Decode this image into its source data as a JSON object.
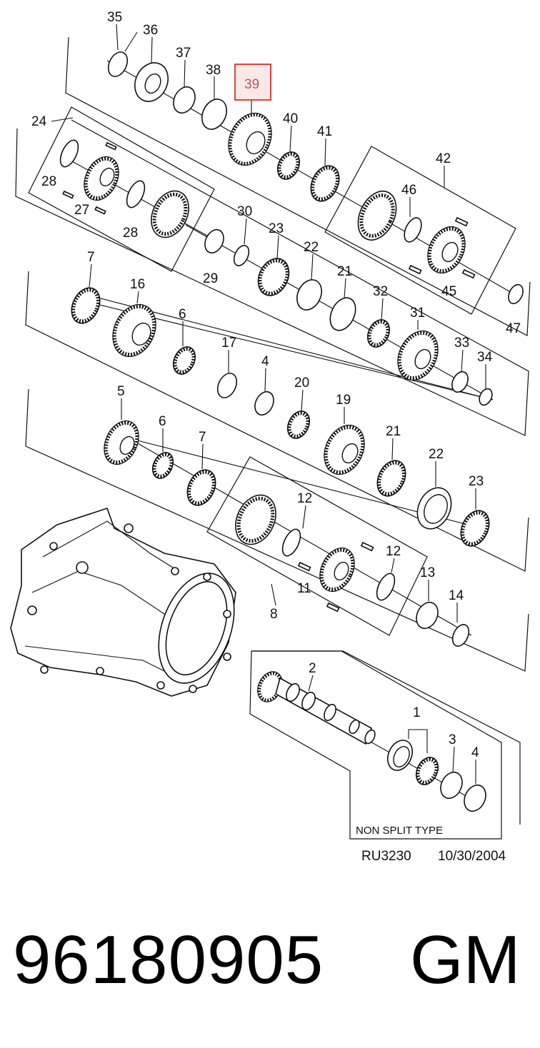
{
  "diagram": {
    "labels": {
      "l35": "35",
      "l36": "36",
      "l37": "37",
      "l38": "38",
      "l39": "39",
      "l40": "40",
      "l41": "41",
      "l42": "42",
      "l46": "46",
      "l45": "45",
      "l47": "47",
      "l24": "24",
      "l28a": "28",
      "l27": "27",
      "l28b": "28",
      "l29": "29",
      "l30": "30",
      "l23a": "23",
      "l22a": "22",
      "l21a": "21",
      "l32": "32",
      "l31": "31",
      "l33": "33",
      "l34": "34",
      "l7a": "7",
      "l16": "16",
      "l6a": "6",
      "l17": "17",
      "l4a": "4",
      "l20": "20",
      "l19": "19",
      "l5": "5",
      "l6b": "6",
      "l7b": "7",
      "l21b": "21",
      "l22b": "22",
      "l23b": "23",
      "l12a": "12",
      "l12b": "12",
      "l11": "11",
      "l8": "8",
      "l13": "13",
      "l14": "14",
      "l2": "2",
      "l1": "1",
      "l3": "3",
      "l4b": "4"
    },
    "highlight_color": "#e05050",
    "non_split_caption": "NON SPLIT TYPE",
    "ref_code": "RU3230",
    "ref_date": "10/30/2004"
  },
  "footer": {
    "part_number": "96180905",
    "brand": "GM"
  }
}
